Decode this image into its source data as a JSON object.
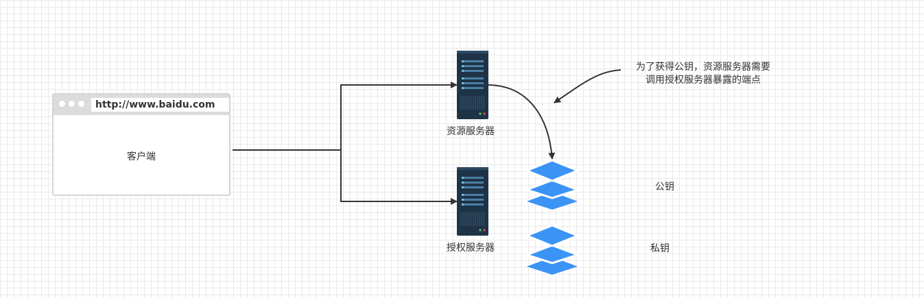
{
  "browser": {
    "url": "http://www.baidu.com",
    "client_label": "客户端"
  },
  "servers": {
    "resource": "资源服务器",
    "auth": "授权服务器"
  },
  "annotation": {
    "line1": "为了获得公钥，资源服务器需要",
    "line2": "调用授权服务器暴露的端点"
  },
  "keys": {
    "public": "公钥",
    "private": "私钥"
  },
  "colors": {
    "server_body": "#1f3347",
    "server_bar": "#4a7fa6",
    "layer": "#3b94f5",
    "arrow": "#333333"
  }
}
